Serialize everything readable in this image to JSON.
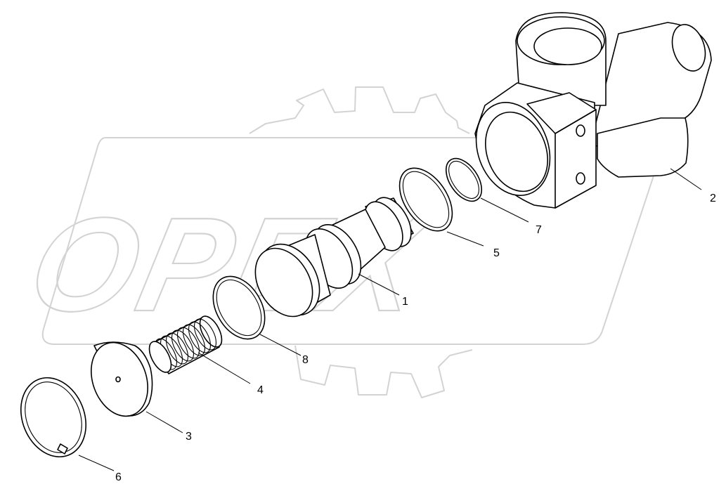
{
  "watermark": {
    "text": "OPEX"
  },
  "callouts": {
    "c1": "1",
    "c2": "2",
    "c3": "3",
    "c4": "4",
    "c5": "5",
    "c6": "6",
    "c7": "7",
    "c8": "8"
  }
}
